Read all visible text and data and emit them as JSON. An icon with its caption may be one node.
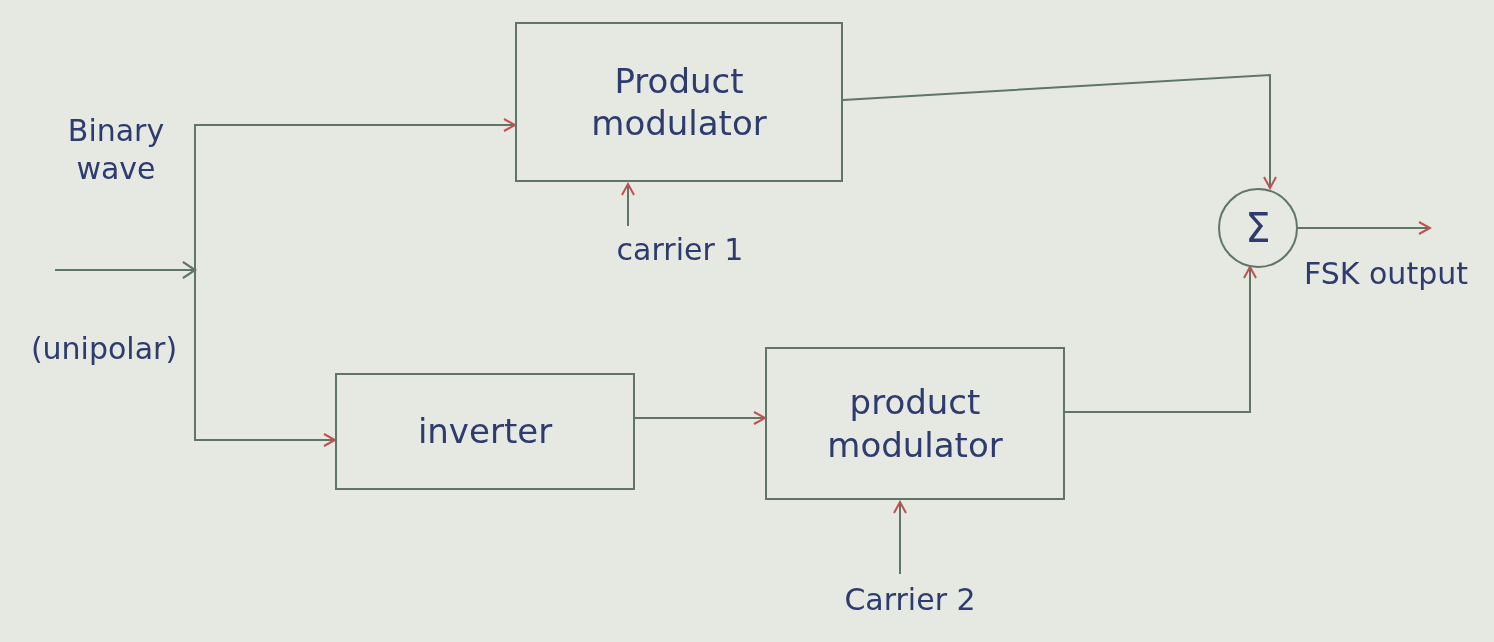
{
  "diagram": {
    "nodes": [
      {
        "text": [
          "Product modulator"
        ]
      },
      {
        "text": [
          "inverter"
        ]
      },
      {
        "text": [
          "product modulator"
        ]
      },
      {
        "text": [
          "Σ"
        ]
      },
      {
        "text": [
          "carrier 1"
        ]
      },
      {
        "text": [
          "Carrier 2"
        ]
      }
    ],
    "edges": [
      {
        "from": null,
        "to": 0,
        "arrow": "to"
      },
      {
        "from": null,
        "to": 1,
        "arrow": "to"
      },
      {
        "from": 1,
        "to": 2,
        "arrow": "to"
      },
      {
        "from": 0,
        "to": 3,
        "arrow": "to"
      },
      {
        "from": 2,
        "to": 3,
        "arrow": "to"
      },
      {
        "from": 3,
        "to": null,
        "arrow": "to"
      },
      {
        "from": 4,
        "to": 0,
        "arrow": "to"
      },
      {
        "from": 5,
        "to": 2,
        "arrow": "to"
      }
    ],
    "labels": [
      "Binary wave",
      "(unipolar)",
      "FSK output"
    ]
  }
}
